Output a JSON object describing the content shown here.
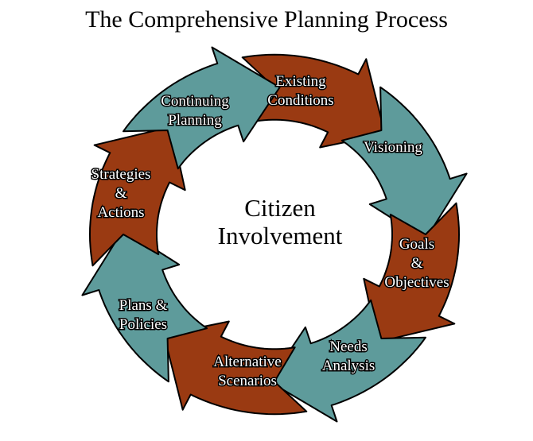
{
  "title": "The Comprehensive Planning Process",
  "center": [
    "Citizen",
    "Involvement"
  ],
  "colors": {
    "teal": "#5e9b9b",
    "rust": "#9a3a12",
    "outline": "#000000"
  },
  "steps": [
    {
      "lines": [
        "Existing",
        "Conditions"
      ],
      "color": "rust"
    },
    {
      "lines": [
        "Visioning"
      ],
      "color": "teal"
    },
    {
      "lines": [
        "Goals",
        "&",
        "Objectives"
      ],
      "color": "rust"
    },
    {
      "lines": [
        "Needs",
        "Analysis"
      ],
      "color": "teal"
    },
    {
      "lines": [
        "Alternative",
        "Scenarios"
      ],
      "color": "rust"
    },
    {
      "lines": [
        "Plans &",
        "Policies"
      ],
      "color": "teal"
    },
    {
      "lines": [
        "Strategies",
        "&",
        "Actions"
      ],
      "color": "rust"
    },
    {
      "lines": [
        "Continuing",
        "Planning"
      ],
      "color": "teal"
    }
  ]
}
